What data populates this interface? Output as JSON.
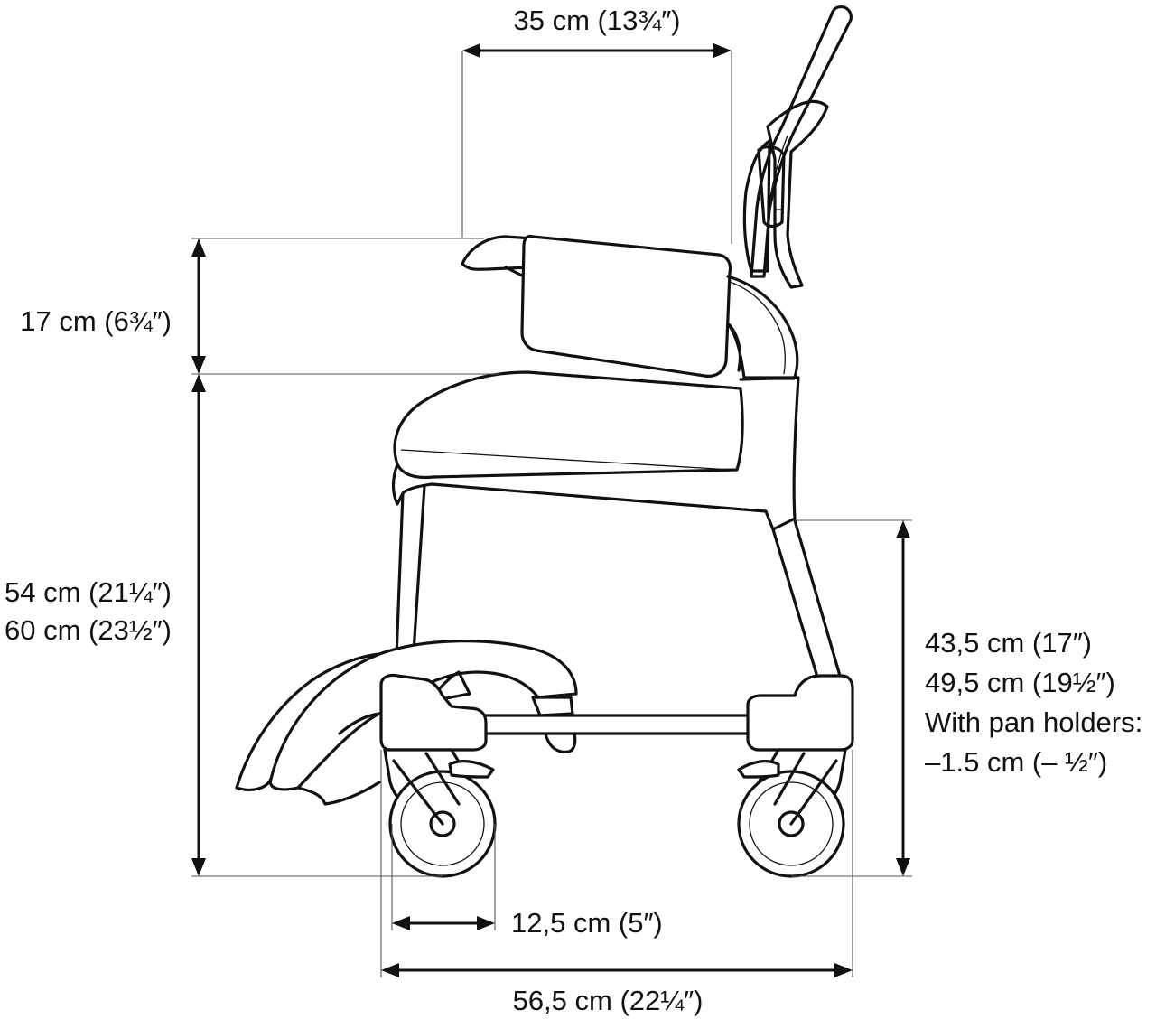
{
  "dimensions": {
    "seat_depth": "35 cm (13¾″)",
    "armrest_height": "17 cm (6¾″)",
    "seat_height": [
      "54 cm (21¼″)",
      "60 cm (23½″)"
    ],
    "frame_height": [
      "43,5 cm (17″)",
      "49,5 cm (19½″)",
      "With pan holders:",
      "–1.5 cm (– ½″)"
    ],
    "wheel_diameter": "12,5 cm (5″)",
    "overall_depth": "56,5 cm (22¼″)"
  },
  "colors": {
    "line": "#111111",
    "background": "#ffffff"
  }
}
